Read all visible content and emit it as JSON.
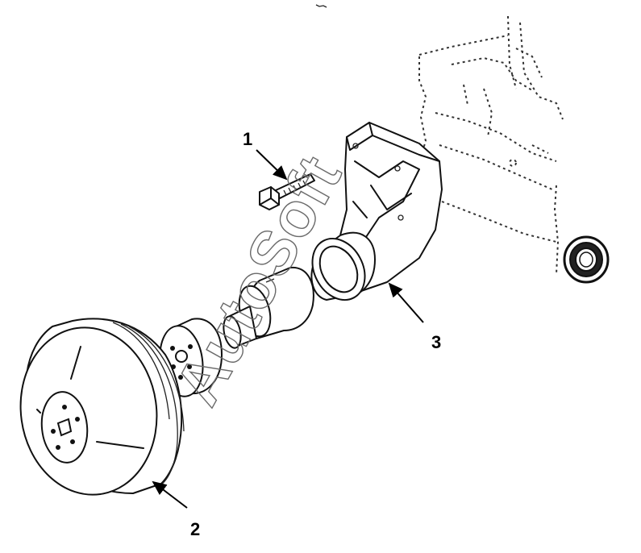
{
  "callouts": [
    {
      "id": "1",
      "label": "1",
      "part": "bolt"
    },
    {
      "id": "2",
      "label": "2",
      "part": "pulley"
    },
    {
      "id": "3",
      "label": "3",
      "part": "bracket"
    }
  ],
  "watermark": "AutoSoft",
  "colors": {
    "line": "#111111",
    "background": "#ffffff",
    "watermark": "#6a6a6a"
  }
}
